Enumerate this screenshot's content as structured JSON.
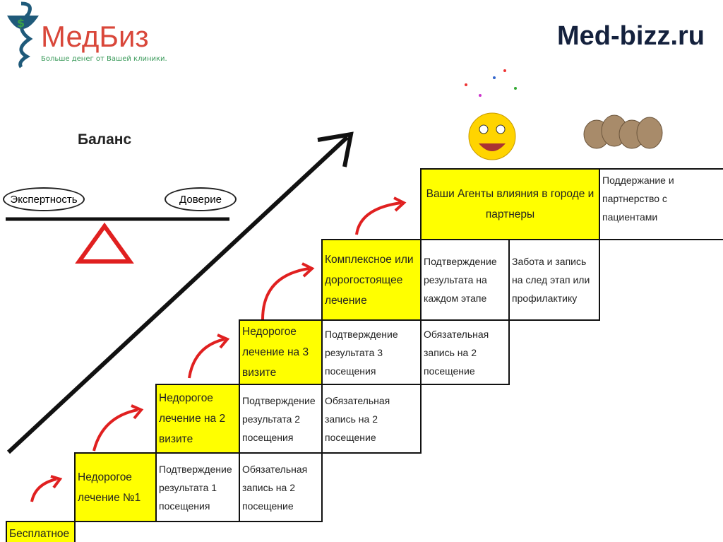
{
  "header": {
    "brand": "МедБиз",
    "tagline": "Больше денег от Вашей клиники.",
    "site": "Med-bizz.ru"
  },
  "balance": {
    "title": "Баланс",
    "left": "Экспертность",
    "right": "Доверие"
  },
  "steps": {
    "s0": {
      "main": "Бесплатное"
    },
    "s1": {
      "main": "Недорогое лечение №1",
      "c1": "Подтверждение результата 1 посещения",
      "c2": "Обязательная запись на 2 посещение"
    },
    "s2": {
      "main": "Недорогое лечение на 2 визите",
      "c1": "Подтверждение результата 2 посещения",
      "c2": "Обязательная запись на 2 посещение"
    },
    "s3": {
      "main": "Недорогое лечение на 3 визите",
      "c1": "Подтверждение результата 3 посещения",
      "c2": "Обязательная запись на 2 посещение"
    },
    "s4": {
      "main": "Комплексное или дорогостоящее лечение",
      "c1": "Подтверждение результата на каждом этапе",
      "c2": "Забота и запись на след этап или профилактику"
    },
    "s5": {
      "main": "Ваши Агенты влияния в городе и партнеры",
      "c1": "Поддержание и партнерство с пациентами"
    }
  },
  "colors": {
    "yellow": "#ffff00",
    "red": "#e02020",
    "brand_red": "#d9473a",
    "navy": "#14213d"
  }
}
